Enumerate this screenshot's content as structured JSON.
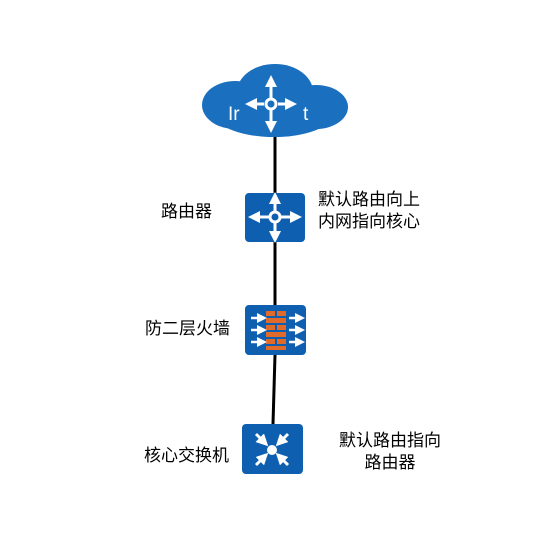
{
  "colors": {
    "device_blue": "#0e5fb0",
    "cloud_blue": "#1a6fbe",
    "firewall_brick": "#e06a2a",
    "link": "#000000",
    "text": "#000000"
  },
  "internet": {
    "label_left": "Ir",
    "label_right": "t",
    "icon": "router-arrows-icon"
  },
  "router": {
    "label": "路由器",
    "note_line1": "默认路由向上",
    "note_line2": "内网指向核心",
    "icon": "router-arrows-icon"
  },
  "firewall": {
    "label": "防二层火墙",
    "icon": "firewall-brick-icon"
  },
  "core_switch": {
    "label": "核心交换机",
    "note_line1": "默认路由指向",
    "note_line2": "路由器",
    "icon": "switch-arrows-icon"
  }
}
